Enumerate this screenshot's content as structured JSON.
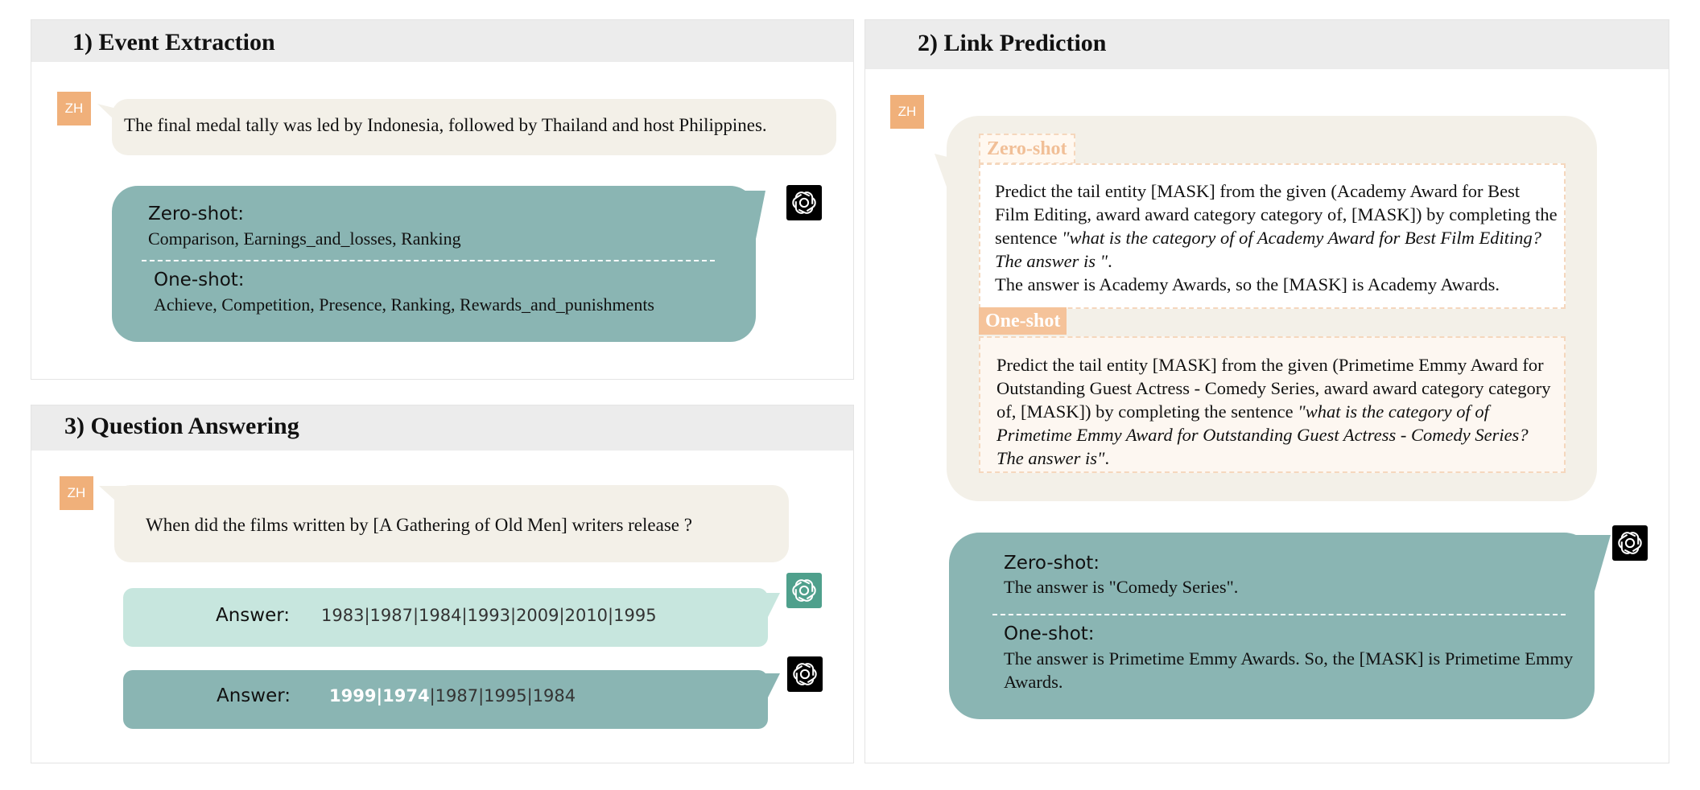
{
  "panels": {
    "event_extraction": {
      "title": "1) Event Extraction",
      "user_avatar": "ZH",
      "question": "The final medal tally was led by Indonesia, followed by Thailand and host Philippines.",
      "zero_shot_label": "Zero-shot:",
      "zero_shot_answer": "Comparison, Earnings_and_losses, Ranking",
      "one_shot_label": "One-shot:",
      "one_shot_answer": "Achieve, Competition, Presence, Ranking, Rewards_and_punishments"
    },
    "question_answering": {
      "title": "3) Question Answering",
      "user_avatar": "ZH",
      "question": "When did the films written by [A Gathering of Old Men] writers release ?",
      "answer1_label": "Answer:",
      "answer1_values": "1983|1987|1984|1993|2009|2010|1995",
      "answer2_label": "Answer:",
      "answer2_highlight": "1999|1974",
      "answer2_rest": "|1987|1995|1984"
    },
    "link_prediction": {
      "title": "2) Link Prediction",
      "user_avatar": "ZH",
      "zero_shot_tag": "Zero-shot",
      "zero_shot_prompt_a": "Predict the tail entity [MASK] from the given (Academy Award for Best Film Editing, award award category category of, [MASK]) by completing the sentence ",
      "zero_shot_prompt_italic": "\"what is the category of of Academy Award for Best Film Editing? The answer is \"",
      "zero_shot_prompt_end": ".",
      "zero_shot_example": "The answer is Academy Awards, so the [MASK] is Academy Awards.",
      "one_shot_tag": "One-shot",
      "one_shot_prompt_a": "Predict the tail entity [MASK] from the given (Primetime Emmy Award for Outstanding Guest Actress - Comedy Series, award award category category of, [MASK]) by completing the sentence ",
      "one_shot_prompt_italic": "\"what is the category of of Primetime Emmy Award for Outstanding Guest Actress - Comedy Series? The answer is\"",
      "one_shot_prompt_end": ".",
      "response_zero_label": "Zero-shot:",
      "response_zero_answer": "The answer is \"Comedy Series\".",
      "response_one_label": "One-shot:",
      "response_one_answer": "The answer is Primetime Emmy Awards. So, the [MASK] is Primetime Emmy Awards."
    }
  },
  "colors": {
    "header_bg": "#ececec",
    "avatar": "#f0b07a",
    "cream_bubble": "#f3f0e8",
    "teal_bubble": "#8ab5b3",
    "mint_bubble": "#c7e6de",
    "gpt_black": "#000000",
    "gpt_green": "#4fa08c"
  },
  "icons": [
    "chatgpt-logo-icon",
    "user-avatar-icon"
  ]
}
